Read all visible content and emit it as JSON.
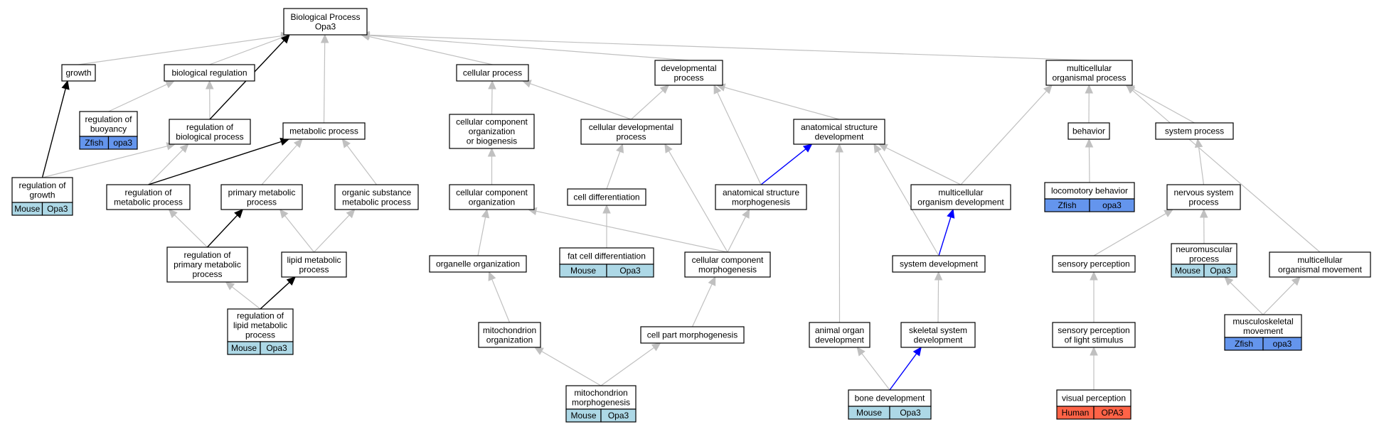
{
  "colors": {
    "mouse": "#add8e6",
    "fish": "#6495ed",
    "human": "#ff6347",
    "edge_default": "#c0c0c0",
    "edge_black": "#000000",
    "edge_blue": "#0000ff"
  },
  "nodes": {
    "bp": [
      "Biological Process",
      "Opa3"
    ],
    "growth": [
      "growth"
    ],
    "bioreg": [
      "biological regulation"
    ],
    "cellproc": [
      "cellular process"
    ],
    "devproc": [
      "developmental",
      "process"
    ],
    "multiorg": [
      "multicellular",
      "organismal process"
    ],
    "buoy": [
      "regulation of",
      "buoyancy"
    ],
    "regbio": [
      "regulation of",
      "biological process"
    ],
    "metab": [
      "metabolic process"
    ],
    "ccorg_bio": [
      "cellular component",
      "organization",
      "or biogenesis"
    ],
    "celldev": [
      "cellular developmental",
      "process"
    ],
    "anatdev": [
      "anatomical structure",
      "development"
    ],
    "behavior": [
      "behavior"
    ],
    "sysproc": [
      "system process"
    ],
    "reggrowth": [
      "regulation of",
      "growth"
    ],
    "regmetab": [
      "regulation of",
      "metabolic process"
    ],
    "primmetab": [
      "primary metabolic",
      "process"
    ],
    "orgsub": [
      "organic substance",
      "metabolic process"
    ],
    "ccorg": [
      "cellular component",
      "organization"
    ],
    "celldiff": [
      "cell differentiation"
    ],
    "anatmorph": [
      "anatomical structure",
      "morphogenesis"
    ],
    "multidev": [
      "multicellular",
      "organism development"
    ],
    "locomot": [
      "locomotory behavior"
    ],
    "nervous": [
      "nervous system",
      "process"
    ],
    "regprim": [
      "regulation of",
      "primary metabolic",
      "process"
    ],
    "lipid": [
      "lipid metabolic",
      "process"
    ],
    "organelle": [
      "organelle organization"
    ],
    "fatcell": [
      "fat cell differentiation"
    ],
    "ccmorph": [
      "cellular component",
      "morphogenesis"
    ],
    "sysdev": [
      "system development"
    ],
    "sensory": [
      "sensory perception"
    ],
    "neuromusc": [
      "neuromuscular",
      "process"
    ],
    "multimove": [
      "multicellular",
      "organismal movement"
    ],
    "reglipid": [
      "regulation of",
      "lipid metabolic",
      "process"
    ],
    "mitoorg": [
      "mitochondrion",
      "organization"
    ],
    "cellpart": [
      "cell part morphogenesis"
    ],
    "animalorg": [
      "animal organ",
      "development"
    ],
    "skeletal": [
      "skeletal system",
      "development"
    ],
    "senslight": [
      "sensory perception",
      "of light stimulus"
    ],
    "musculo": [
      "musculoskeletal",
      "movement"
    ],
    "mitomorph": [
      "mitochondrion",
      "morphogenesis"
    ],
    "bonedev": [
      "bone development"
    ],
    "visual": [
      "visual perception"
    ]
  },
  "annotations": {
    "buoy": {
      "species": "Zfish",
      "gene": "opa3",
      "kind": "fish"
    },
    "reggrowth": {
      "species": "Mouse",
      "gene": "Opa3",
      "kind": "mouse"
    },
    "locomot": {
      "species": "Zfish",
      "gene": "opa3",
      "kind": "fish"
    },
    "fatcell": {
      "species": "Mouse",
      "gene": "Opa3",
      "kind": "mouse"
    },
    "neuromusc": {
      "species": "Mouse",
      "gene": "Opa3",
      "kind": "mouse"
    },
    "reglipid": {
      "species": "Mouse",
      "gene": "Opa3",
      "kind": "mouse"
    },
    "musculo": {
      "species": "Zfish",
      "gene": "opa3",
      "kind": "fish"
    },
    "mitomorph": {
      "species": "Mouse",
      "gene": "Opa3",
      "kind": "mouse"
    },
    "bonedev": {
      "species": "Mouse",
      "gene": "Opa3",
      "kind": "mouse"
    },
    "visual": {
      "species": "Human",
      "gene": "OPA3",
      "kind": "human"
    }
  },
  "edges": [
    {
      "from": "growth",
      "to": "bp"
    },
    {
      "from": "bioreg",
      "to": "bp"
    },
    {
      "from": "cellproc",
      "to": "bp"
    },
    {
      "from": "devproc",
      "to": "bp"
    },
    {
      "from": "multiorg",
      "to": "bp"
    },
    {
      "from": "buoy",
      "to": "bioreg"
    },
    {
      "from": "regbio",
      "to": "bioreg"
    },
    {
      "from": "regbio",
      "to": "bp",
      "style": "black"
    },
    {
      "from": "metab",
      "to": "bp"
    },
    {
      "from": "ccorg_bio",
      "to": "cellproc"
    },
    {
      "from": "celldev",
      "to": "cellproc"
    },
    {
      "from": "celldev",
      "to": "devproc"
    },
    {
      "from": "anatdev",
      "to": "devproc"
    },
    {
      "from": "behavior",
      "to": "multiorg"
    },
    {
      "from": "sysproc",
      "to": "multiorg"
    },
    {
      "from": "reggrowth",
      "to": "growth",
      "style": "black"
    },
    {
      "from": "reggrowth",
      "to": "regbio"
    },
    {
      "from": "regmetab",
      "to": "regbio"
    },
    {
      "from": "regmetab",
      "to": "metab",
      "style": "black"
    },
    {
      "from": "primmetab",
      "to": "metab"
    },
    {
      "from": "orgsub",
      "to": "metab"
    },
    {
      "from": "ccorg",
      "to": "ccorg_bio"
    },
    {
      "from": "celldiff",
      "to": "celldev"
    },
    {
      "from": "anatmorph",
      "to": "anatdev",
      "style": "blue"
    },
    {
      "from": "anatmorph",
      "to": "devproc"
    },
    {
      "from": "multidev",
      "to": "anatdev"
    },
    {
      "from": "multidev",
      "to": "multiorg"
    },
    {
      "from": "locomot",
      "to": "behavior"
    },
    {
      "from": "nervous",
      "to": "sysproc"
    },
    {
      "from": "regprim",
      "to": "regmetab"
    },
    {
      "from": "regprim",
      "to": "primmetab",
      "style": "black"
    },
    {
      "from": "lipid",
      "to": "primmetab"
    },
    {
      "from": "lipid",
      "to": "orgsub"
    },
    {
      "from": "organelle",
      "to": "ccorg"
    },
    {
      "from": "fatcell",
      "to": "celldiff"
    },
    {
      "from": "ccmorph",
      "to": "ccorg"
    },
    {
      "from": "ccmorph",
      "to": "anatmorph"
    },
    {
      "from": "ccmorph",
      "to": "celldev"
    },
    {
      "from": "sysdev",
      "to": "multidev",
      "style": "blue"
    },
    {
      "from": "sysdev",
      "to": "anatdev"
    },
    {
      "from": "sensory",
      "to": "nervous"
    },
    {
      "from": "neuromusc",
      "to": "nervous"
    },
    {
      "from": "multimove",
      "to": "multiorg"
    },
    {
      "from": "reglipid",
      "to": "regprim"
    },
    {
      "from": "reglipid",
      "to": "lipid",
      "style": "black"
    },
    {
      "from": "mitoorg",
      "to": "organelle"
    },
    {
      "from": "cellpart",
      "to": "ccmorph"
    },
    {
      "from": "animalorg",
      "to": "anatdev"
    },
    {
      "from": "skeletal",
      "to": "sysdev"
    },
    {
      "from": "senslight",
      "to": "sensory"
    },
    {
      "from": "musculo",
      "to": "neuromusc"
    },
    {
      "from": "musculo",
      "to": "multimove"
    },
    {
      "from": "mitomorph",
      "to": "mitoorg"
    },
    {
      "from": "mitomorph",
      "to": "cellpart"
    },
    {
      "from": "bonedev",
      "to": "animalorg"
    },
    {
      "from": "bonedev",
      "to": "skeletal",
      "style": "blue"
    },
    {
      "from": "visual",
      "to": "senslight"
    }
  ]
}
